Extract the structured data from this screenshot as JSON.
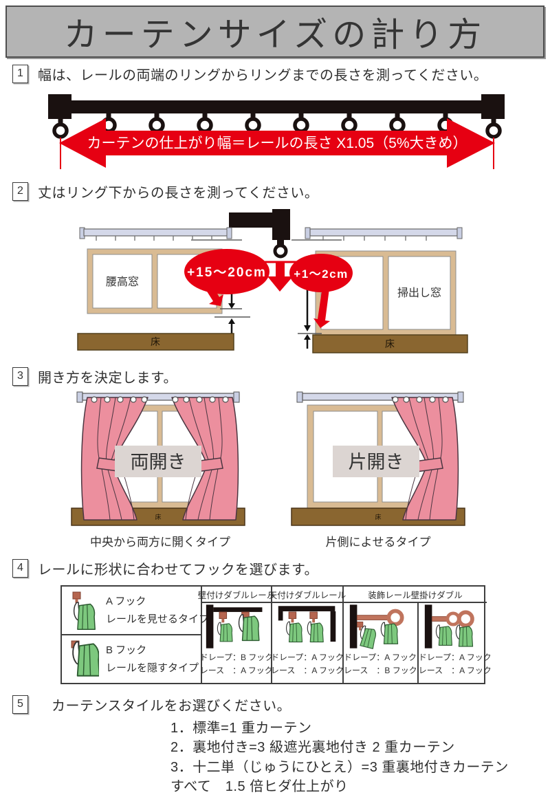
{
  "header": {
    "title": "カーテンサイズの計り方"
  },
  "colors": {
    "banner_bg": "#b4b4b4",
    "accent_red": "#e60012",
    "rail_black": "#1a1110",
    "frame_tan": "#d9bb93",
    "floor_brown": "#8a6630",
    "curtain_pink": "#ec8f9e",
    "rail_lavender": "#d4d8e9",
    "hook_green": "#7dc87e",
    "runner_brown": "#b5654f",
    "pole_salmon": "#c0745d",
    "label_gray": "#dcd5d2"
  },
  "steps": [
    {
      "number": "1",
      "text": "幅は、レールの両端のリングからリングまでの長さを測ってください。"
    },
    {
      "number": "2",
      "text": "丈はリング下からの長さを測ってください。"
    },
    {
      "number": "3",
      "text": "開き方を決定します。"
    },
    {
      "number": "4",
      "text": "レールに形状に合わせてフックを選びます。"
    },
    {
      "number": "5",
      "text": "カーテンスタイルをお選びください。"
    }
  ],
  "rail_diagram": {
    "arrow_label": "カーテンの仕上がり幅＝レールの長さ X1.05（5%大きめ）"
  },
  "length_diagram": {
    "left_window_label": "腰高窓",
    "left_badge": "+15～20cm",
    "right_window_label": "掃出し窓",
    "right_badge": "+1～2cm",
    "floor_label": "床"
  },
  "opening_diagram": {
    "floor_label": "床",
    "left": {
      "label": "両開き",
      "caption": "中央から両方に開くタイプ"
    },
    "right": {
      "label": "片開き",
      "caption": "片側によせるタイプ"
    }
  },
  "hook_table": {
    "row_a": {
      "name": "A フック",
      "desc": "レールを見せるタイプ"
    },
    "row_b": {
      "name": "B フック",
      "desc": "レールを隠すタイプ"
    },
    "columns": [
      {
        "header": "壁付けダブルレール",
        "drape": "ドレープ：B フック",
        "lace": "レース　：A フック"
      },
      {
        "header": "天付けダブルレール",
        "drape": "ドレープ：A フック",
        "lace": "レース　：A フック"
      },
      {
        "header": "装飾レール壁掛けダブル",
        "drape": "ドレープ：A フック",
        "lace": "レース　：B フック"
      },
      {
        "drape": "ドレープ：A フック",
        "lace": "レース　：A フック"
      }
    ]
  },
  "style_list": {
    "items": [
      "1．標準=1 重カーテン",
      "2．裏地付き=3 級遮光裏地付き 2 重カーテン",
      "3．十二単（じゅうにひとえ）=3 重裏地付きカーテン"
    ],
    "footer": "すべて　1.5 倍ヒダ仕上がり"
  }
}
